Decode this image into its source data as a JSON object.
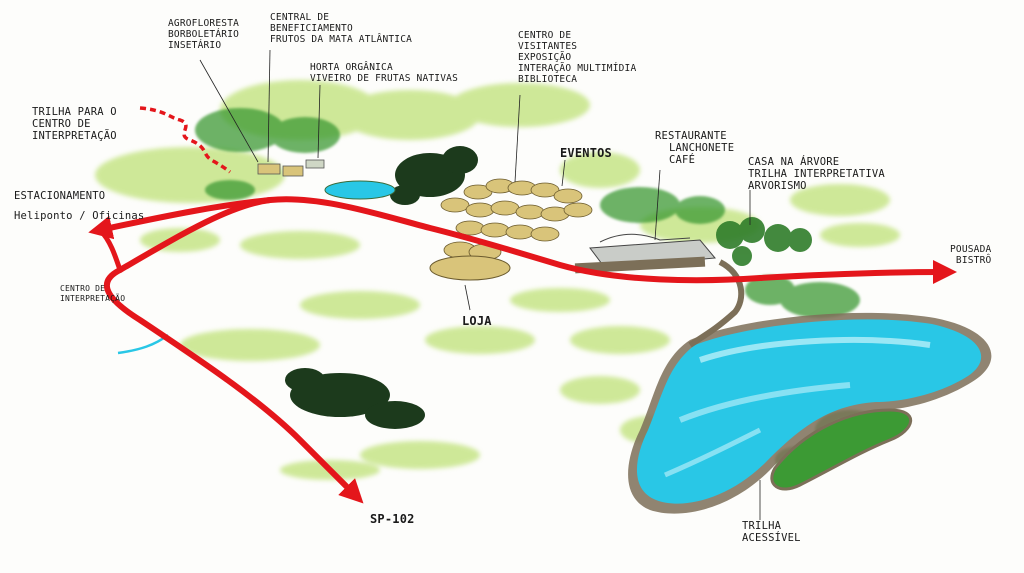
{
  "map": {
    "labels": {
      "agrofloresta": [
        "Agrofloresta",
        "Borboletário",
        "Insetário"
      ],
      "central": [
        "Central de",
        "Beneficiamento",
        "Frutos da Mata Atlântica"
      ],
      "horta": [
        "Horta orgânica",
        "Viveiro de frutas nativas"
      ],
      "trilha_centro": [
        "Trilha para o",
        "Centro de",
        "Interpretação"
      ],
      "centro_visitantes": [
        "Centro de",
        "Visitantes",
        "Exposição",
        "Interação multimídia",
        "Biblioteca"
      ],
      "eventos": "Eventos",
      "restaurante": [
        "Restaurante",
        "Lanchonete",
        "Café"
      ],
      "casa_arvore": [
        "Casa na árvore",
        "Trilha interpretativa",
        "Arvorismo"
      ],
      "estacionamento": "Estacionamento",
      "heliponto": "Heliponto / Oficinas",
      "centro_interpretacao": [
        "Centro de",
        "Interpretação"
      ],
      "pousada": [
        "Pousada",
        "Bistrô"
      ],
      "loja": "Loja",
      "sp102": "SP-102",
      "trilha_acessivel": [
        "Trilha",
        "Acessível"
      ]
    },
    "colors": {
      "road": "#e4161b",
      "vegetation_light": "#a9d84a",
      "vegetation_dark": "#2f8a2f",
      "tree_dark": "#1c3a1c",
      "water": "#29c7e6",
      "roof": "#d9c47a",
      "boardwalk": "#8a7f6a"
    }
  }
}
